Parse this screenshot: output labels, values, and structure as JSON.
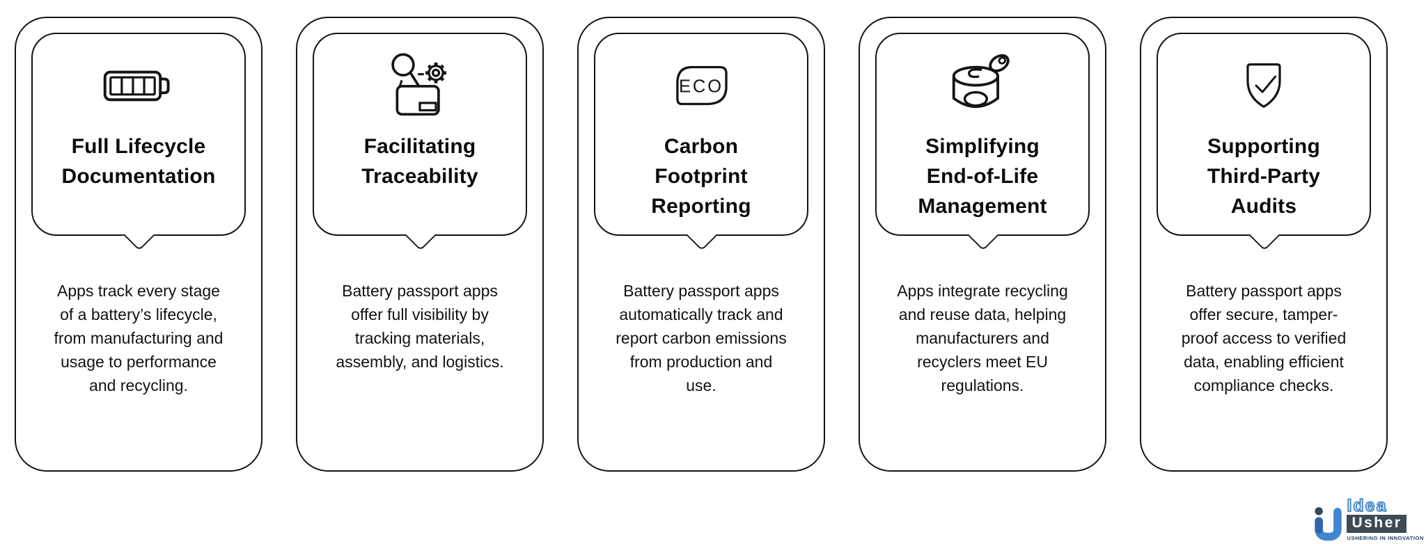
{
  "cards": [
    {
      "icon": "battery-icon",
      "title": [
        "Full Lifecycle",
        "Documentation"
      ],
      "description": "Apps track every stage of a battery’s lifecycle, from manufacturing and usage to performance and recycling."
    },
    {
      "icon": "traceability-search-gear-wallet-icon",
      "title": [
        "Facilitating",
        "Traceability"
      ],
      "description": "Battery passport apps offer full visibility by tracking materials, assembly, and logistics."
    },
    {
      "icon": "eco-badge-icon",
      "icon_label": "ECO",
      "title": [
        "Carbon",
        "Footprint",
        "Reporting"
      ],
      "description": "Battery passport apps automatically track and report carbon emissions from production and use."
    },
    {
      "icon": "tin-can-icon",
      "title": [
        "Simplifying",
        "End-of-Life",
        "Management"
      ],
      "description": "Apps integrate recycling and reuse data, helping manufacturers and recyclers meet EU regulations."
    },
    {
      "icon": "shield-check-icon",
      "title": [
        "Supporting",
        "Third-Party",
        "Audits"
      ],
      "description": "Battery passport apps offer secure, tamper-proof access to verified data, enabling efficient compliance checks."
    }
  ],
  "logo": {
    "brand_line1": "Idea",
    "brand_line2": "Usher",
    "tagline": "USHERING IN INNOVATION"
  },
  "colors": {
    "stroke": "#141414",
    "logo_blue": "#3F87CE",
    "logo_blue_dark": "#2F65A7",
    "logo_slate": "#3E4A54",
    "logo_dot": "#33475A"
  }
}
